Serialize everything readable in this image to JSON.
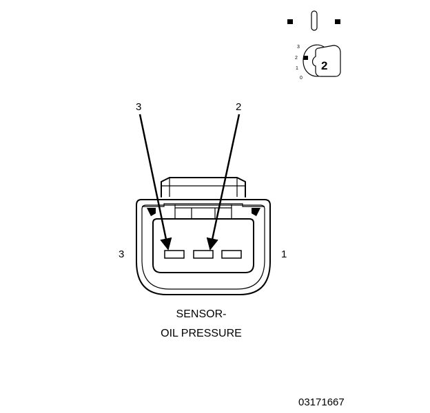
{
  "connector": {
    "pin_labels": {
      "left": "3",
      "right": "1"
    },
    "callouts": [
      {
        "label": "3"
      },
      {
        "label": "2"
      }
    ],
    "title_line1": "SENSOR-",
    "title_line2": "OIL PRESSURE"
  },
  "key_icon": {
    "scale_labels": [
      "3",
      "2",
      "1",
      "0"
    ],
    "key_number": "2"
  },
  "figure_number": "03171667"
}
